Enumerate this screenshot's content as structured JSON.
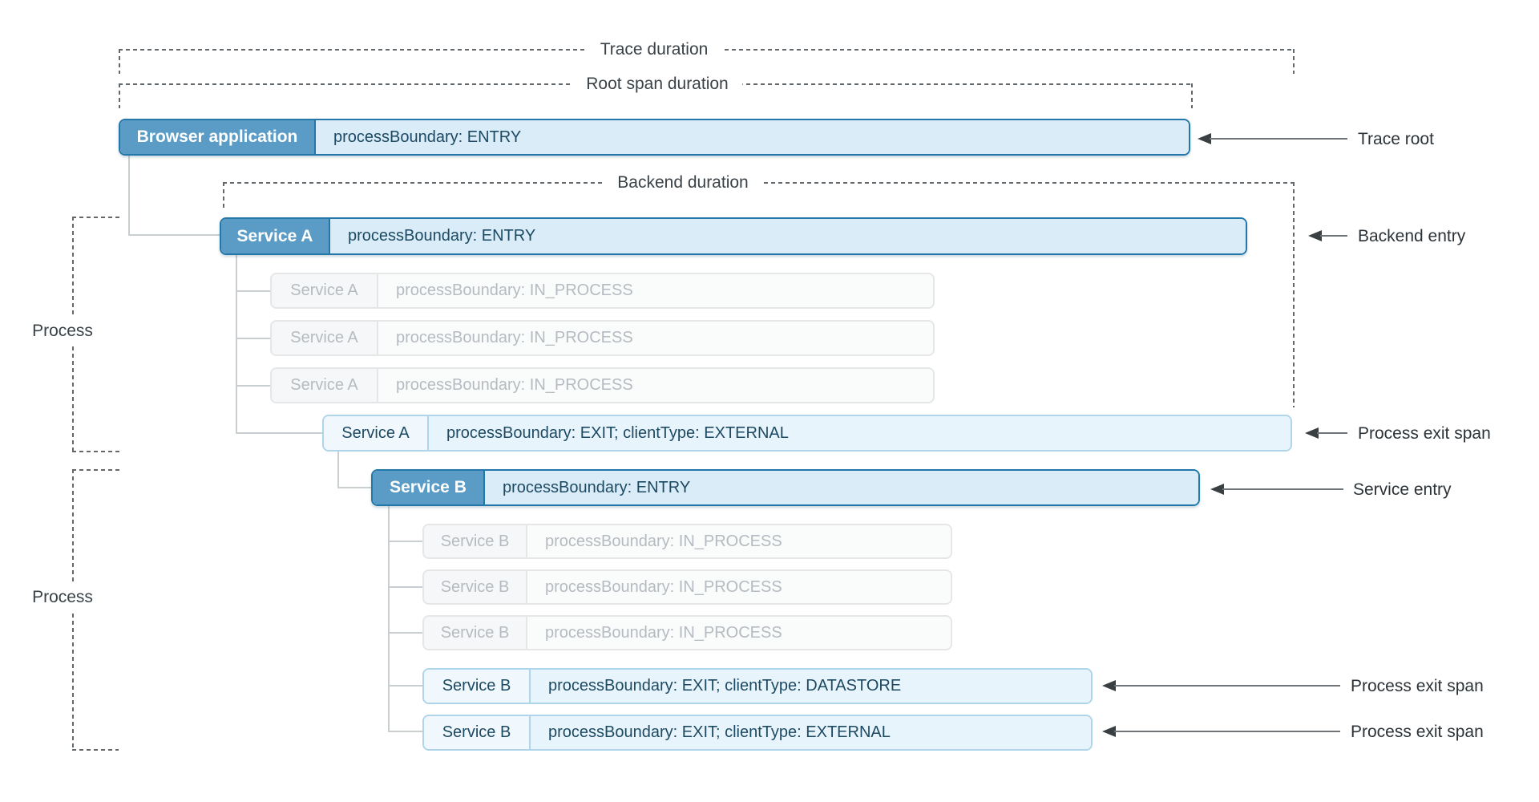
{
  "durations": [
    {
      "label": "Trace duration"
    },
    {
      "label": "Root span duration"
    },
    {
      "label": "Backend duration"
    }
  ],
  "process_brackets": [
    {
      "label": "Process"
    },
    {
      "label": "Process"
    }
  ],
  "spans": [
    {
      "service": "Browser application",
      "detail": "processBoundary: ENTRY",
      "kind": "entry"
    },
    {
      "service": "Service A",
      "detail": "processBoundary: ENTRY",
      "kind": "entry"
    },
    {
      "service": "Service A",
      "detail": "processBoundary: IN_PROCESS",
      "kind": "in_process"
    },
    {
      "service": "Service A",
      "detail": "processBoundary: IN_PROCESS",
      "kind": "in_process"
    },
    {
      "service": "Service A",
      "detail": "processBoundary: IN_PROCESS",
      "kind": "in_process"
    },
    {
      "service": "Service A",
      "detail": "processBoundary: EXIT; clientType: EXTERNAL",
      "kind": "exit"
    },
    {
      "service": "Service B",
      "detail": "processBoundary: ENTRY",
      "kind": "entry"
    },
    {
      "service": "Service B",
      "detail": "processBoundary: IN_PROCESS",
      "kind": "in_process"
    },
    {
      "service": "Service B",
      "detail": "processBoundary: IN_PROCESS",
      "kind": "in_process"
    },
    {
      "service": "Service B",
      "detail": "processBoundary: IN_PROCESS",
      "kind": "in_process"
    },
    {
      "service": "Service B",
      "detail": "processBoundary: EXIT; clientType: DATASTORE",
      "kind": "exit"
    },
    {
      "service": "Service B",
      "detail": "processBoundary: EXIT; clientType: EXTERNAL",
      "kind": "exit"
    }
  ],
  "annotations": [
    {
      "label": "Trace root"
    },
    {
      "label": "Backend entry"
    },
    {
      "label": "Process exit span"
    },
    {
      "label": "Service entry"
    },
    {
      "label": "Process exit span"
    },
    {
      "label": "Process exit span"
    }
  ],
  "colors": {
    "canvas_bg": "#ffffff",
    "entry_border": "#2478a9",
    "entry_label_bg": "#5a9cc5",
    "entry_label_text": "#ffffff",
    "entry_body_bg": "#d9ecf7",
    "exit_border": "#aed5e9",
    "exit_label_bg": "#f0f8fd",
    "exit_body_bg": "#e8f4fb",
    "inproc_border": "#e4e6e7",
    "inproc_label_bg": "#f6f7f8",
    "inproc_body_bg": "#fafbfb",
    "inproc_text": "#b5bbc0",
    "span_text": "#1d4a63",
    "connector": "#c9ced1",
    "dash": "#63686c",
    "arrow_line": "#6e7478",
    "arrow_head": "#3a3f42",
    "anno_text": "#2c3338",
    "label_text": "#3a4247"
  }
}
